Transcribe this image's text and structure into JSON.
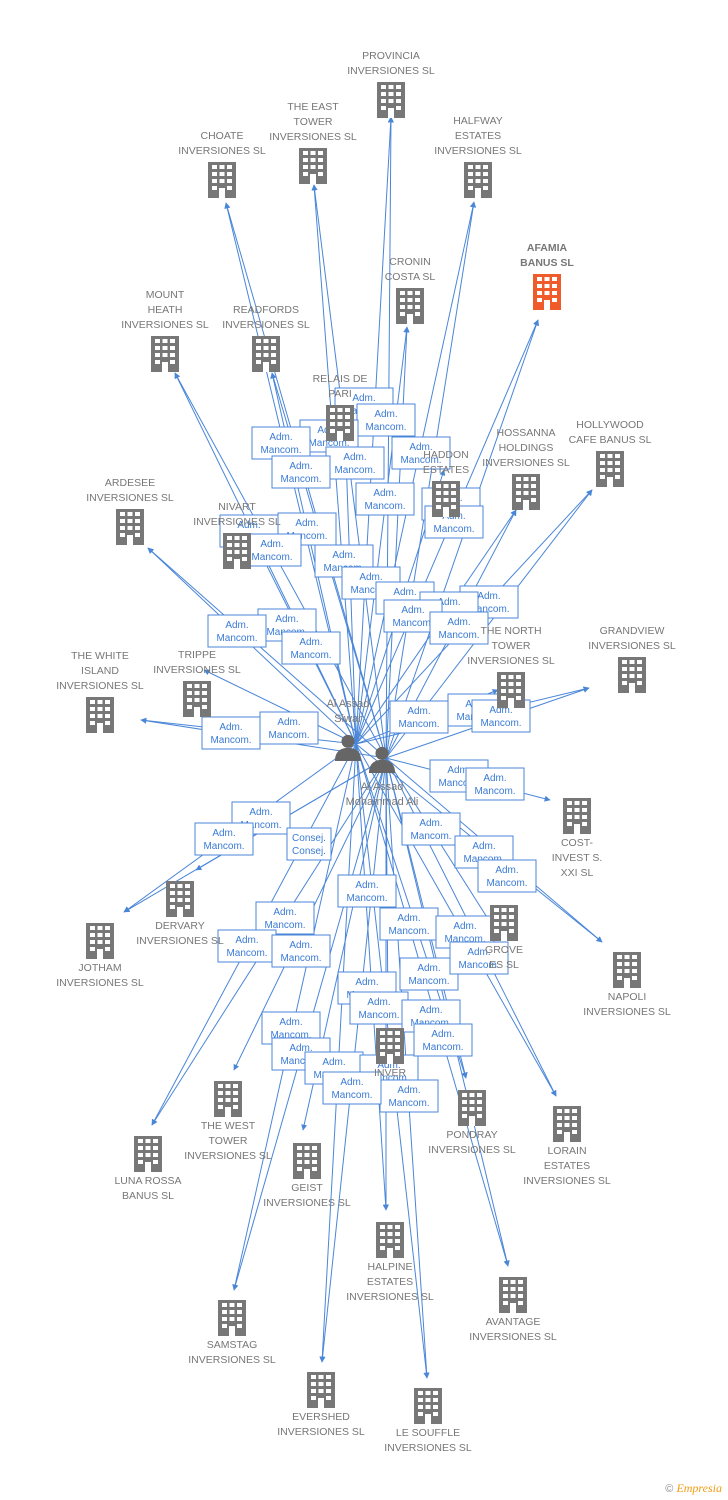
{
  "colors": {
    "edge": "#4a86d8",
    "company": "#777777",
    "highlight": "#ef5b2a",
    "person": "#666666"
  },
  "people": [
    {
      "id": "p1",
      "name_lines": [
        "Al Assad",
        "Siwar"
      ]
    },
    {
      "id": "p2",
      "name_lines": [
        "Al Assad",
        "Mohammad Ali"
      ]
    }
  ],
  "companies": [
    {
      "id": "c1",
      "name_lines": [
        "PROVINCIA",
        "INVERSIONES SL"
      ]
    },
    {
      "id": "c2",
      "name_lines": [
        "THE EAST",
        "TOWER",
        "INVERSIONES SL"
      ]
    },
    {
      "id": "c3",
      "name_lines": [
        "CHOATE",
        "INVERSIONES SL"
      ]
    },
    {
      "id": "c4",
      "name_lines": [
        "HALFWAY",
        "ESTATES",
        "INVERSIONES SL"
      ]
    },
    {
      "id": "c5",
      "name_lines": [
        "AFAMIA",
        "BANUS SL"
      ],
      "highlight": true
    },
    {
      "id": "c6",
      "name_lines": [
        "CRONIN",
        "COSTA SL"
      ]
    },
    {
      "id": "c7",
      "name_lines": [
        "MOUNT",
        "HEATH",
        "INVERSIONES SL"
      ]
    },
    {
      "id": "c8",
      "name_lines": [
        "READFORDS",
        "INVERSIONES SL"
      ]
    },
    {
      "id": "c9",
      "name_lines": [
        "RELAIS DE",
        "PARI"
      ]
    },
    {
      "id": "c10",
      "name_lines": [
        "HADDON",
        "ESTATES"
      ]
    },
    {
      "id": "c11",
      "name_lines": [
        "HOSSANNA",
        "HOLDINGS",
        "INVERSIONES SL"
      ]
    },
    {
      "id": "c12",
      "name_lines": [
        "HOLLYWOOD",
        "CAFE BANUS SL"
      ]
    },
    {
      "id": "c13",
      "name_lines": [
        "ARDESEE",
        "INVERSIONES SL"
      ]
    },
    {
      "id": "c14",
      "name_lines": [
        "NIVART",
        "INVERSIONES SL"
      ]
    },
    {
      "id": "c15",
      "name_lines": [
        "THE WHITE",
        "ISLAND",
        "INVERSIONES SL"
      ]
    },
    {
      "id": "c16",
      "name_lines": [
        "TRIPPE",
        "INVERSIONES SL"
      ]
    },
    {
      "id": "c17",
      "name_lines": [
        "THE NORTH",
        "TOWER",
        "INVERSIONES SL"
      ]
    },
    {
      "id": "c18",
      "name_lines": [
        "GRANDVIEW",
        "INVERSIONES SL"
      ]
    },
    {
      "id": "c19",
      "name_lines": [
        "COST-",
        "INVEST S.",
        "XXI SL"
      ]
    },
    {
      "id": "c20",
      "name_lines": [
        "DERVARY",
        "INVERSIONES SL"
      ]
    },
    {
      "id": "c21",
      "name_lines": [
        "JOTHAM",
        "INVERSIONES SL"
      ]
    },
    {
      "id": "c22",
      "name_lines": [
        "NAPOLI",
        "INVERSIONES SL"
      ]
    },
    {
      "id": "c23",
      "name_lines": [
        "GROVE",
        "ES SL"
      ]
    },
    {
      "id": "c24",
      "name_lines": [
        "THE WEST",
        "TOWER",
        "INVERSIONES SL"
      ]
    },
    {
      "id": "c25",
      "name_lines": [
        "LUNA ROSSA",
        "BANUS SL"
      ]
    },
    {
      "id": "c26",
      "name_lines": [
        "GEIST",
        "INVERSIONES SL"
      ]
    },
    {
      "id": "c27",
      "name_lines": [
        "PONDRAY",
        "INVERSIONES SL"
      ]
    },
    {
      "id": "c28",
      "name_lines": [
        "LORAIN",
        "ESTATES",
        "INVERSIONES SL"
      ]
    },
    {
      "id": "c29",
      "name_lines": [
        "HALPINE",
        "ESTATES",
        "INVERSIONES SL"
      ]
    },
    {
      "id": "c30",
      "name_lines": [
        "AVANTAGE",
        "INVERSIONES SL"
      ]
    },
    {
      "id": "c31",
      "name_lines": [
        "SAMSTAG",
        "INVERSIONES SL"
      ]
    },
    {
      "id": "c32",
      "name_lines": [
        "EVERSHED",
        "INVERSIONES SL"
      ]
    },
    {
      "id": "c33",
      "name_lines": [
        "LE SOUFFLE",
        "INVERSIONES SL"
      ]
    },
    {
      "id": "c34",
      "name_lines": [
        "INVER"
      ]
    }
  ],
  "role_label_lines": [
    "Adm.",
    "Mancom."
  ],
  "secondary_role_lines": [
    "Consej.",
    "Consej."
  ],
  "footer": {
    "copyright": "©",
    "brand": "Empresia"
  }
}
